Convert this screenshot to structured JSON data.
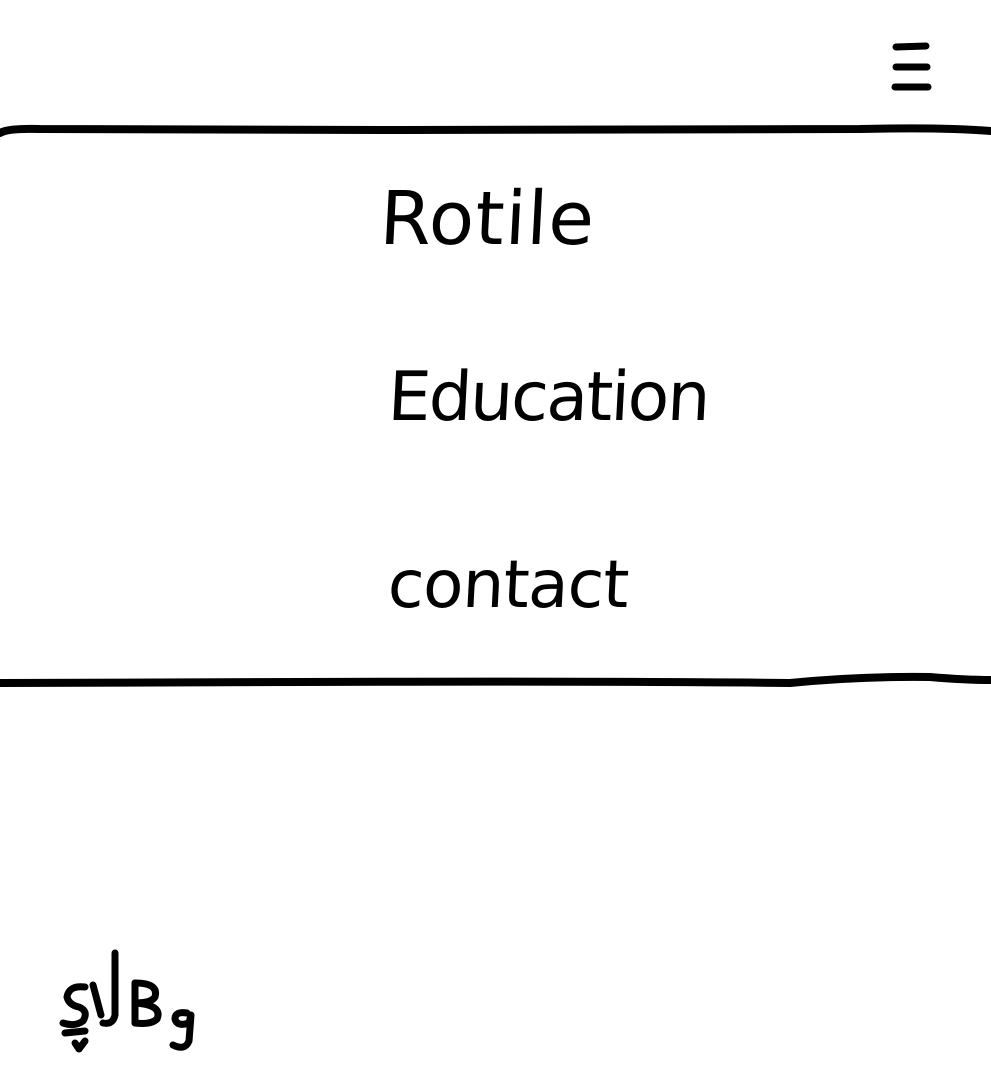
{
  "header": {
    "menu_icon": "hamburger-menu-icon"
  },
  "nav": {
    "items": [
      {
        "label": "Rotile"
      },
      {
        "label": "Education"
      },
      {
        "label": "contact"
      }
    ]
  },
  "footer": {
    "mark_icon": "handwritten-signature-mark",
    "mark_text": "sJBg"
  },
  "colors": {
    "ink": "#000000",
    "paper": "#ffffff"
  }
}
